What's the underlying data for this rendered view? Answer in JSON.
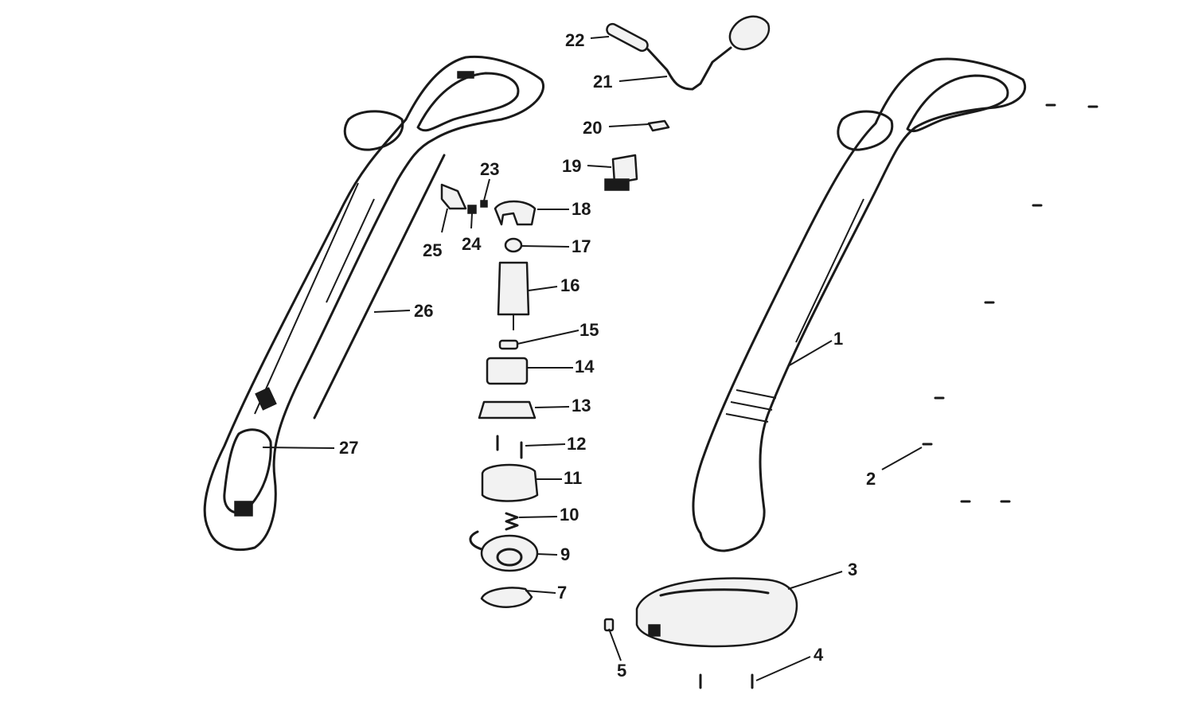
{
  "labels": {
    "l1": "1",
    "l2": "2",
    "l3": "3",
    "l4": "4",
    "l5": "5",
    "l7": "7",
    "l9": "9",
    "l10": "10",
    "l11": "11",
    "l12": "12",
    "l13": "13",
    "l14": "14",
    "l15": "15",
    "l16": "16",
    "l17": "17",
    "l18": "18",
    "l19": "19",
    "l20": "20",
    "l21": "21",
    "l22": "22",
    "l23": "23",
    "l24": "24",
    "l25": "25",
    "l26": "26",
    "l27": "27"
  }
}
